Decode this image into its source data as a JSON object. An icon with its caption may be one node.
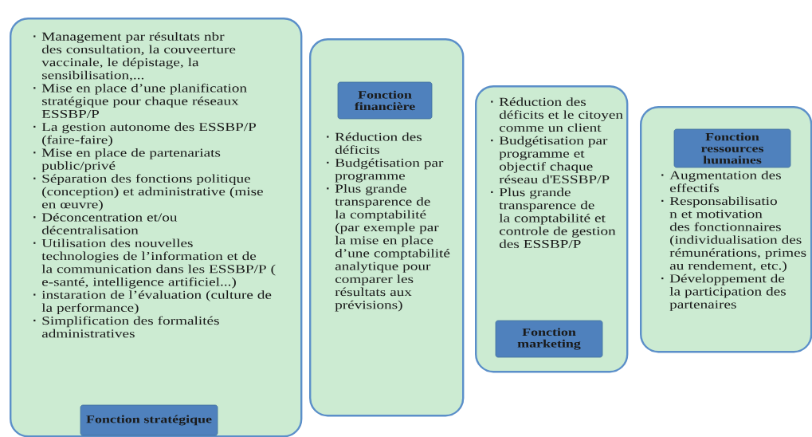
{
  "diagram": {
    "nodes": [
      {
        "text": [
          "Management par résultats nbr des consultation, la couveerture vaccinale, le dépistage, la sensibilisation,...",
          "Mise en place d’une planification stratégique pour chaque réseaux ESSBP/P",
          "La gestion autonome des ESSBP/P (faire-faire)",
          "Mise en place de partenariats public/privé",
          "Séparation des fonctions politique (conception) et administrative (mise en œuvre)",
          "Déconcentration et/ou décentralisation",
          "Utilisation des nouvelles technologies de l’information et de la communication dans les ESSBP/P ( e-santé, intelligence artificiel...)",
          "instaration de l’évaluation (culture de la performance)",
          "Simplification des formalités administratives"
        ]
      },
      {
        "text": [
          "Fonction stratégique"
        ],
        "in": 0
      },
      {
        "text": [
          "Réduction des déficits",
          "Budgétisation par programme",
          "Plus grande transparence de la comptabilité (par exemple par la mise en place d’une comptabilité analytique pour comparer les résultats aux prévisions)"
        ]
      },
      {
        "text": [
          "Fonction financière"
        ],
        "in": 2
      },
      {
        "text": [
          "Réduction des déficits et le citoyen comme un client",
          "Budgétisation par programme et objectif chaque réseau d'ESSBP/P",
          "Plus grande transparence de la comptabilité et controle de gestion des ESSBP/P"
        ]
      },
      {
        "text": [
          "Fonction marketing"
        ],
        "in": 4
      },
      {
        "text": [
          "Augmentation des effectifs",
          "Responsabilisatio n et motivation des fonctionnaires (individualisation des rémunérations, primes au rendement, etc.)",
          "Développement de la participation des partenaires"
        ]
      },
      {
        "text": [
          "Fonction ressources humaines"
        ],
        "in": 6
      }
    ]
  }
}
